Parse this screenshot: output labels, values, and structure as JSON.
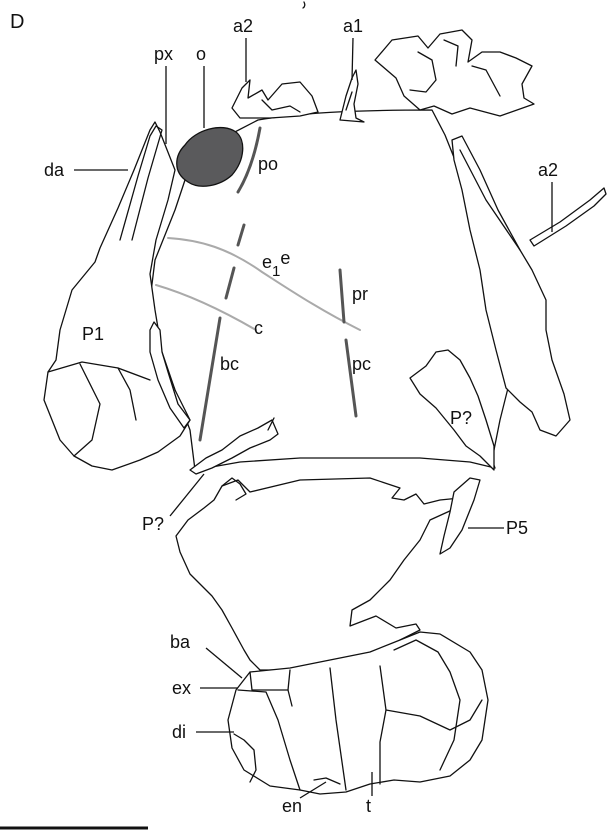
{
  "figure": {
    "panel_letter": "D",
    "labels": {
      "a2_top": "a2",
      "a1": "a1",
      "px": "px",
      "o": "o",
      "da": "da",
      "po": "po",
      "a2_right": "a2",
      "e1e_base_e": "e",
      "e1e_sub": "1",
      "e1e_sup": "e",
      "pr": "pr",
      "P1": "P1",
      "c": "c",
      "bc": "bc",
      "pc": "pc",
      "P_right": "P?",
      "P_left": "P?",
      "P5": "P5",
      "ba": "ba",
      "ex": "ex",
      "di": "di",
      "en": "en",
      "t": "t"
    },
    "colors": {
      "line": "#111111",
      "orbit_fill": "#5a5a5c",
      "groove_dark": "#555555",
      "groove_light": "#aaaaaa"
    }
  }
}
